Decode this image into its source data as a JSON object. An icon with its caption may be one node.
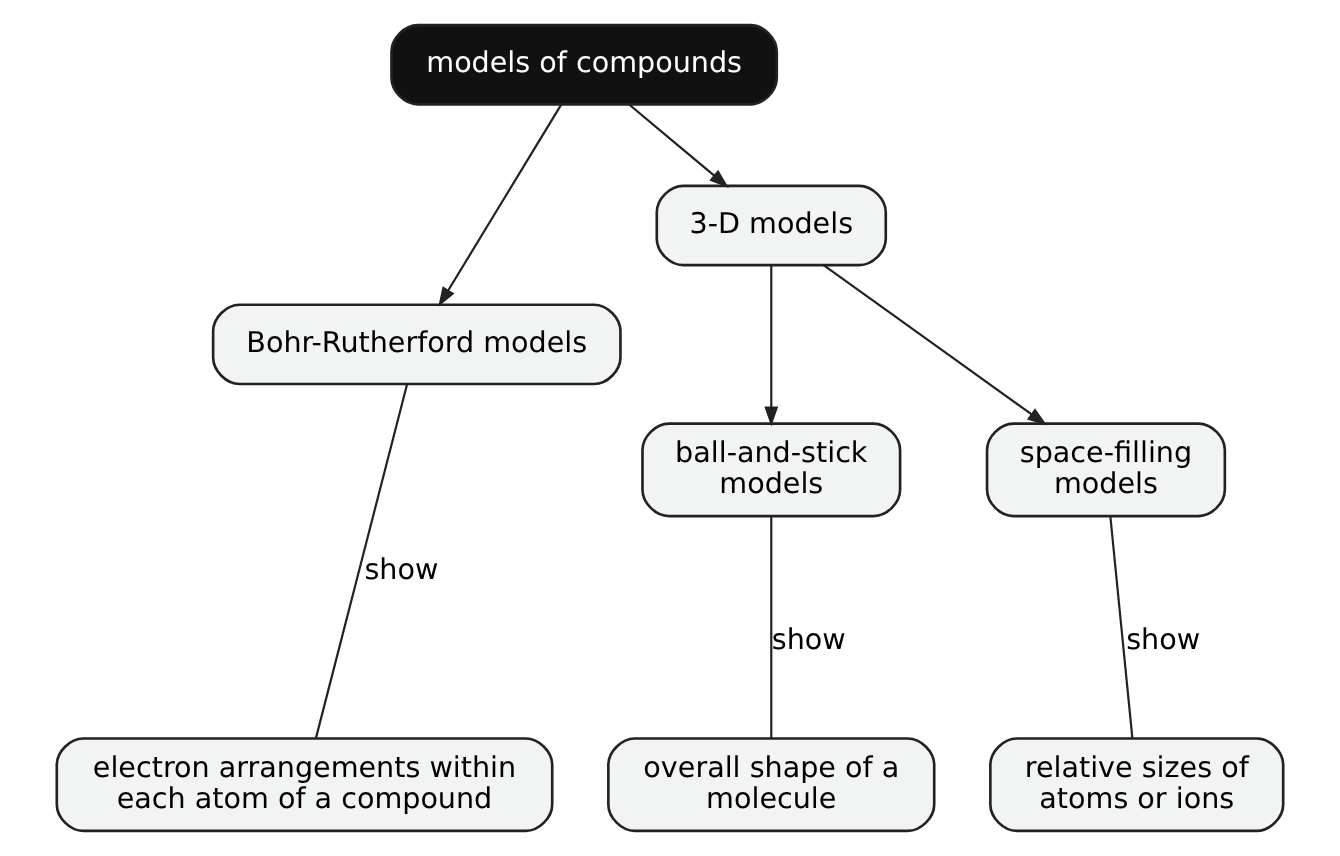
{
  "diagram": {
    "nodes": [
      {
        "text": [
          "models of compounds"
        ]
      },
      {
        "text": [
          "Bohr-Rutherford models"
        ]
      },
      {
        "text": [
          "3-D models"
        ]
      },
      {
        "text": [
          "ball-and-stick models"
        ]
      },
      {
        "text": [
          "space-filling models"
        ]
      },
      {
        "text": [
          "electron arrangements within each atom of a compound"
        ]
      },
      {
        "text": [
          "overall shape of a molecule"
        ]
      },
      {
        "text": [
          "relative sizes of atoms or ions"
        ]
      }
    ],
    "edges": [
      {
        "from": 0,
        "to": 1,
        "arrow": "to"
      },
      {
        "from": 0,
        "to": 2,
        "arrow": "to"
      },
      {
        "from": 2,
        "to": 3,
        "arrow": "to"
      },
      {
        "from": 2,
        "to": 4,
        "arrow": "to"
      },
      {
        "from": 1,
        "to": 5,
        "arrow": "none",
        "label": "show"
      },
      {
        "from": 3,
        "to": 6,
        "arrow": "none",
        "label": "show"
      },
      {
        "from": 4,
        "to": 7,
        "arrow": "none",
        "label": "show"
      }
    ]
  }
}
